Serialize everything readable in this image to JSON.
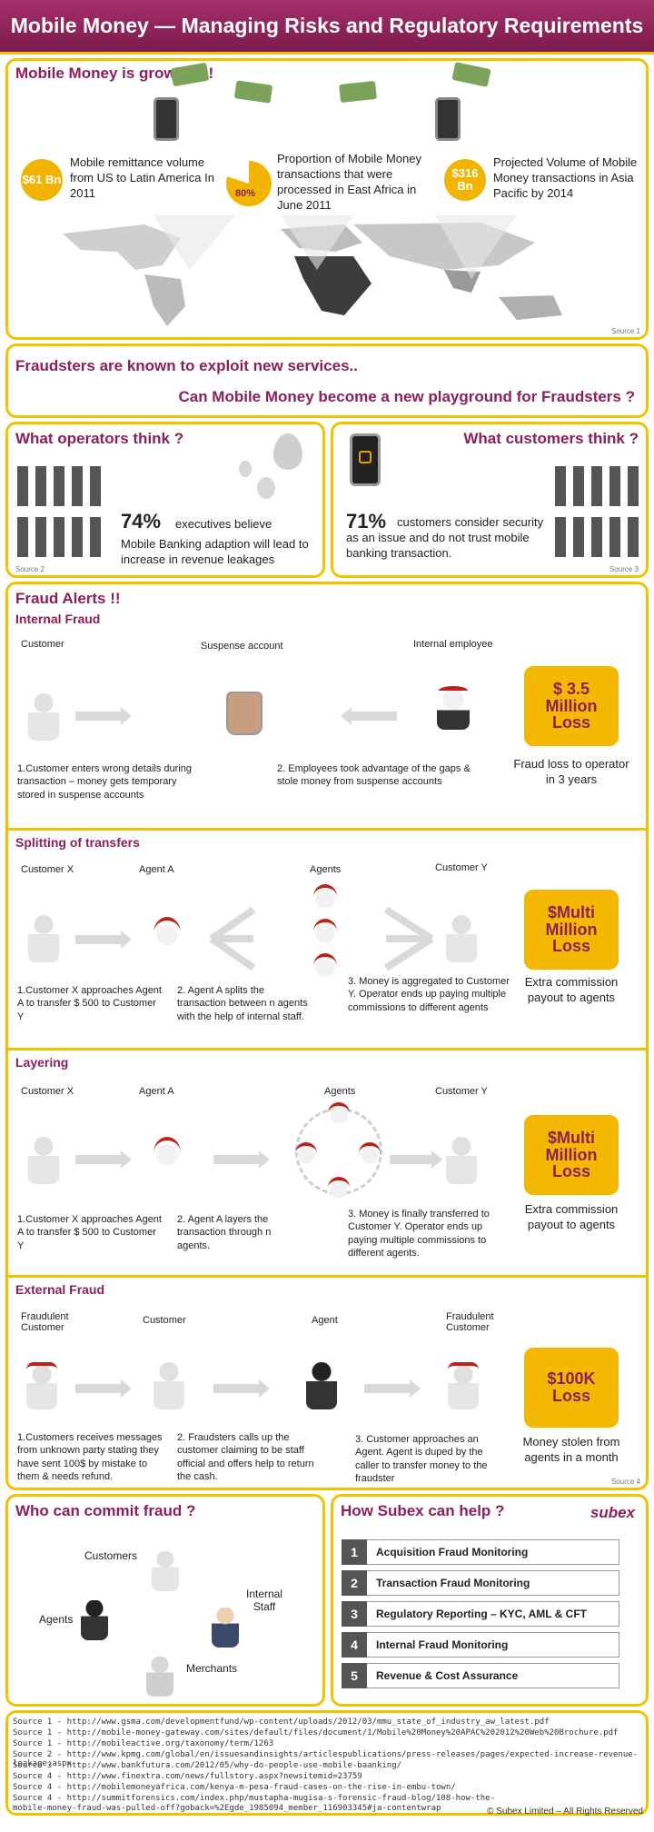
{
  "header": {
    "title": "Mobile Money — Managing Risks and Regulatory Requirements"
  },
  "growing": {
    "title": "Mobile Money is growing !!",
    "stat1": {
      "badge": "$61 Bn",
      "text": "Mobile remittance volume from US to Latin America In 2011"
    },
    "stat2": {
      "badge": "80%",
      "text": "Proportion of Mobile Money transactions that were processed in East Africa in June 2011"
    },
    "stat3": {
      "badge": "$316 Bn",
      "text": "Projected Volume of Mobile Money transactions in Asia Pacific by 2014"
    },
    "source": "Source 1"
  },
  "fraudsters": {
    "line1": "Fraudsters are known to exploit new services..",
    "line2": "Can Mobile Money become a new playground for Fraudsters ?"
  },
  "operators": {
    "title": "What operators think ?",
    "pct": "74%",
    "text1": "executives believe",
    "text2": "Mobile Banking adaption will lead to increase in revenue leakages",
    "source": "Source 2"
  },
  "customers": {
    "title": "What customers think ?",
    "pct": "71%",
    "text": "customers consider security as an issue and do not trust mobile banking transaction.",
    "source": "Source 3"
  },
  "alerts": {
    "title": "Fraud Alerts !!",
    "internal": {
      "title": "Internal Fraud",
      "col1": "Customer",
      "col2": "Suspense account",
      "col3": "Internal employee",
      "step1": "1.Customer enters wrong details during transaction – money gets temporary stored in suspense accounts",
      "step2": "2. Employees took advantage of the gaps & stole money from suspense accounts",
      "loss": "$ 3.5 Million Loss",
      "loss_caption": "Fraud loss to operator in 3 years"
    },
    "splitting": {
      "title": "Splitting of transfers",
      "col1": "Customer X",
      "col2": "Agent A",
      "col3": "Agents",
      "col4": "Customer Y",
      "step1": "1.Customer X approaches Agent A to transfer $ 500 to Customer Y",
      "step2": "2. Agent A splits the transaction between n agents with the help of internal staff.",
      "step3": "3. Money is aggregated to Customer Y. Operator ends up paying multiple commissions to different agents",
      "loss": "$Multi Million Loss",
      "loss_caption": "Extra commission payout to agents"
    },
    "layering": {
      "title": "Layering",
      "col1": "Customer X",
      "col2": "Agent A",
      "col3": "Agents",
      "col4": "Customer Y",
      "step1": "1.Customer X approaches Agent A to transfer $ 500 to Customer Y",
      "step2": "2. Agent A layers the transaction through n agents.",
      "step3": "3. Money is finally transferred to Customer Y. Operator ends up paying multiple commissions to different agents.",
      "loss": "$Multi Million Loss",
      "loss_caption": "Extra commission payout to agents"
    },
    "external": {
      "title": "External Fraud",
      "col1": "Fraudulent Customer",
      "col2": "Customer",
      "col3": "Agent",
      "col4": "Fraudulent Customer",
      "step1": "1.Customers receives messages from unknown party stating they have sent 100$ by mistake to them & needs refund.",
      "step2": "2. Fraudsters calls up the customer claiming to be staff official and offers help to return the cash.",
      "step3": "3. Customer approaches an Agent. Agent is duped by the caller to transfer money to the fraudster",
      "loss": "$100K Loss",
      "loss_caption": "Money stolen from agents in a month",
      "source": "Source 4"
    }
  },
  "who": {
    "title": "Who can commit fraud ?",
    "customers": "Customers",
    "agents": "Agents",
    "staff": "Internal Staff",
    "merchants": "Merchants"
  },
  "help": {
    "title": "How Subex can help ?",
    "logo": "subex",
    "items": [
      {
        "num": "1",
        "label": "Acquisition Fraud Monitoring"
      },
      {
        "num": "2",
        "label": "Transaction Fraud Monitoring"
      },
      {
        "num": "3",
        "label": "Regulatory Reporting – KYC, AML & CFT"
      },
      {
        "num": "4",
        "label": "Internal Fraud Monitoring"
      },
      {
        "num": "5",
        "label": "Revenue & Cost Assurance"
      }
    ]
  },
  "sources": [
    "Source 1 - http://www.gsma.com/developmentfund/wp-content/uploads/2012/03/mmu_state_of_industry_aw_latest.pdf",
    "Source 1 - http://mobile-money-gateway.com/sites/default/files/document/1/Mobile%20Money%20APAC%202012%20Web%20Brochure.pdf",
    "Source 1 - http://mobileactive.org/taxonomy/term/1263",
    "Source 2 - http://www.kpmg.com/global/en/issuesandinsights/articlespublications/press-releases/pages/expected-increase-revenue-leakage.aspx",
    "Source 3 - http://www.bankfutura.com/2012/05/why-do-people-use-mobile-baanking/",
    "Source 4 - http://www.finextra.com/news/fullstory.aspx?newsitemid=23759",
    "Source 4 - http://mobilemoneyafrica.com/kenya-m-pesa-fraud-cases-on-the-rise-in-embu-town/",
    "Source 4 - http://summitforensics.com/index.php/mustapha-mugisa-s-forensic-fraud-blog/108-how-the-mobile-money-fraud-was-pulled-off?goback=%2Egde_1985094_member_116903345#ja-contentwrap"
  ],
  "footer": {
    "copyright": "© Subex Limited – All Rights Reserved"
  }
}
